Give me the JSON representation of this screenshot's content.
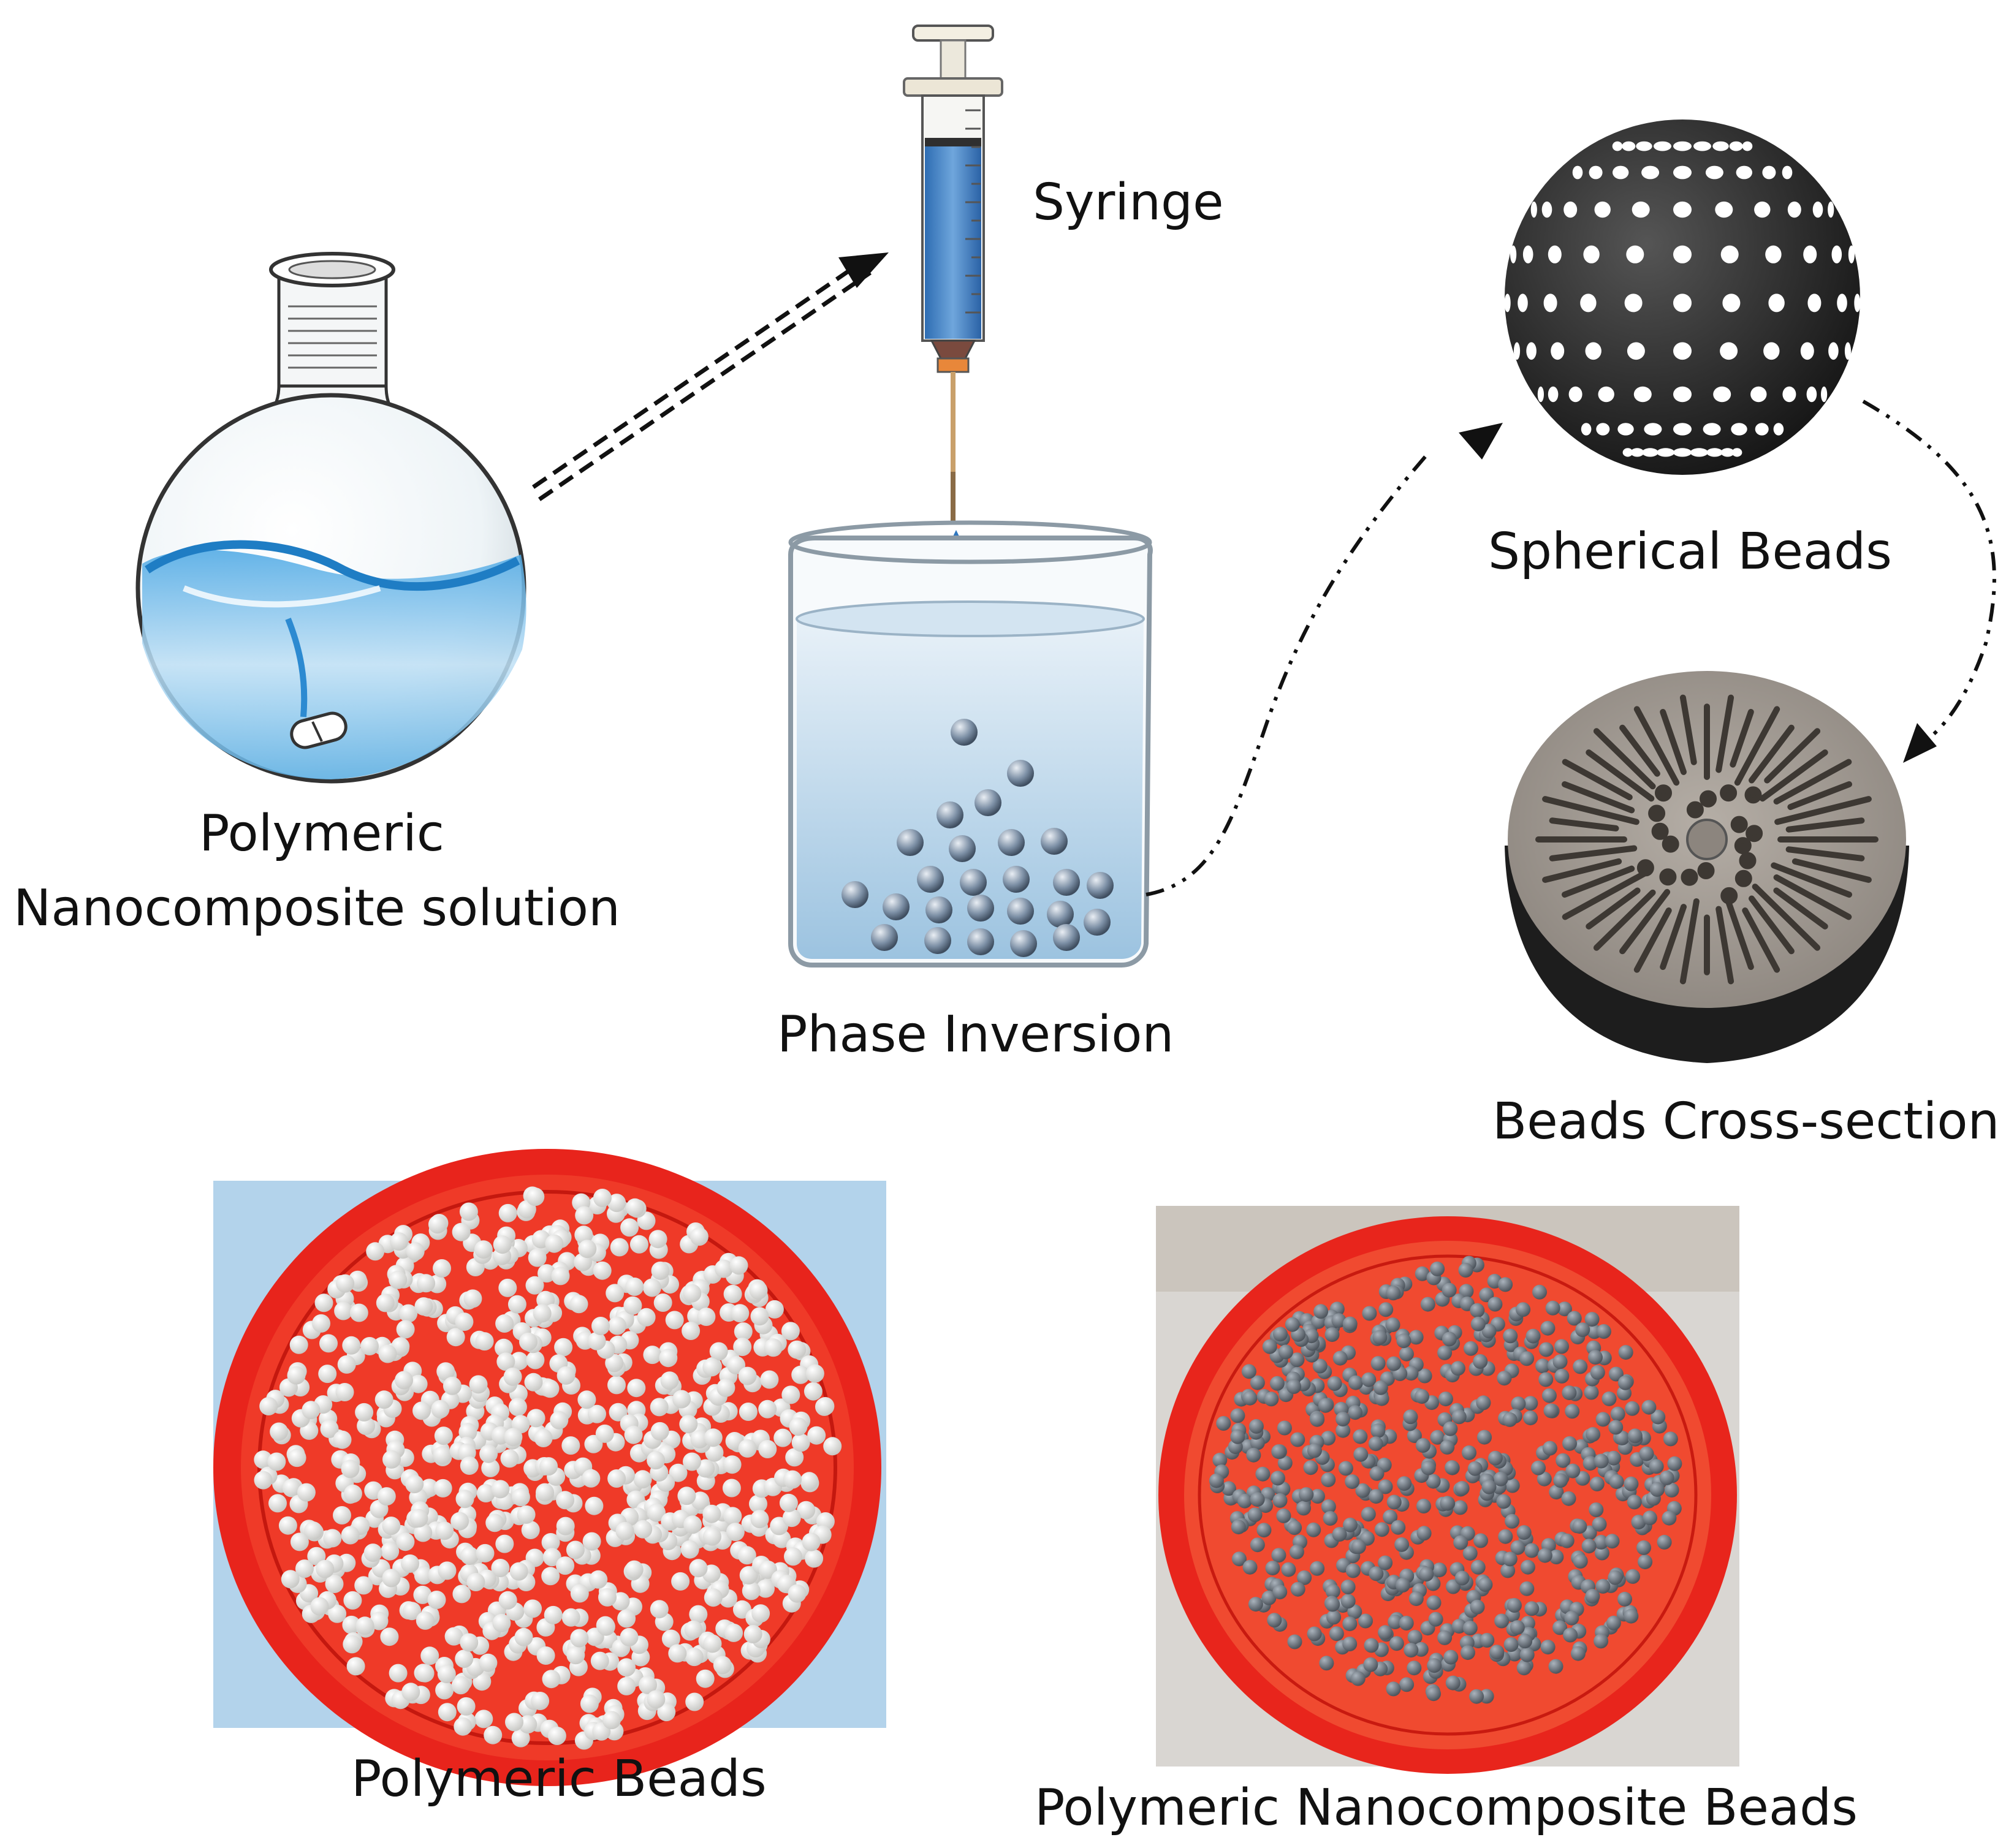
{
  "labels": {
    "flask_line1": "Polymeric",
    "flask_line2": "Nanocomposite solution",
    "syringe": "Syringe",
    "phase_inversion": "Phase Inversion",
    "spherical_beads": "Spherical Beads",
    "cross_section": "Beads Cross-section",
    "polymeric_beads": "Polymeric Beads",
    "nanocomposite_beads": "Polymeric Nanocomposite Beads"
  },
  "colors": {
    "dish_red": "#e8241c",
    "bead_white": "#f2f2f0",
    "bead_grey": "#6f7780",
    "liquid_blue": "#3f83c9",
    "sphere_black": "#2a2a2a",
    "disc_tan": "#a19b94"
  },
  "icons": [
    "round-flask-icon",
    "syringe-icon",
    "beaker-icon",
    "porous-sphere-icon",
    "cross-section-disc-icon"
  ]
}
